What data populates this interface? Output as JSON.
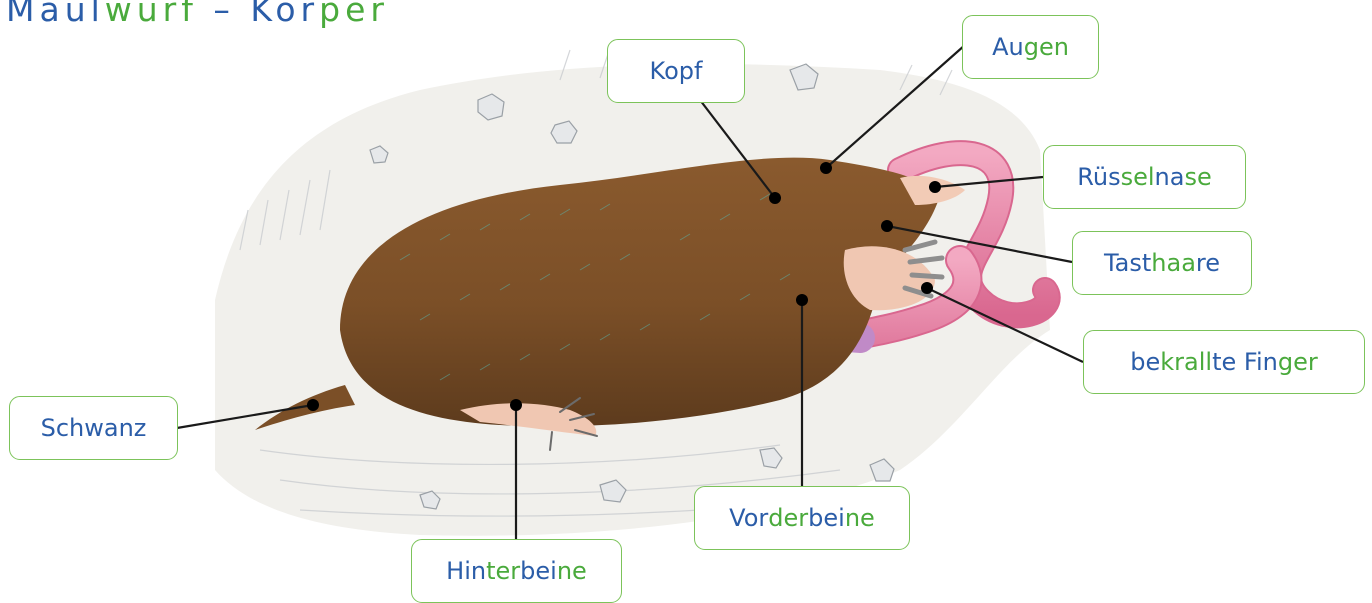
{
  "title": {
    "parts": [
      {
        "text": "Maul",
        "color": "blue"
      },
      {
        "text": "wurf",
        "color": "green"
      },
      {
        "text": " – ",
        "color": "blue"
      },
      {
        "text": "Kör",
        "color": "blue"
      },
      {
        "text": "per",
        "color": "green"
      }
    ]
  },
  "labels": [
    {
      "id": "kopf",
      "parts": [
        {
          "text": "Kopf",
          "color": "blue"
        }
      ]
    },
    {
      "id": "augen",
      "parts": [
        {
          "text": "Au",
          "color": "blue"
        },
        {
          "text": "gen",
          "color": "green"
        }
      ]
    },
    {
      "id": "ruesselnase",
      "parts": [
        {
          "text": "Rüs",
          "color": "blue"
        },
        {
          "text": "sel",
          "color": "green"
        },
        {
          "text": "na",
          "color": "blue"
        },
        {
          "text": "se",
          "color": "green"
        }
      ]
    },
    {
      "id": "tasthaare",
      "parts": [
        {
          "text": "Tast",
          "color": "blue"
        },
        {
          "text": "haa",
          "color": "green"
        },
        {
          "text": "re",
          "color": "blue"
        }
      ]
    },
    {
      "id": "bekrallte-finger",
      "parts": [
        {
          "text": "be",
          "color": "blue"
        },
        {
          "text": "krall",
          "color": "green"
        },
        {
          "text": "te Fin",
          "color": "blue"
        },
        {
          "text": "ger",
          "color": "green"
        }
      ]
    },
    {
      "id": "schwanz",
      "parts": [
        {
          "text": "Schwanz",
          "color": "blue"
        }
      ]
    },
    {
      "id": "hinterbeine",
      "parts": [
        {
          "text": "Hin",
          "color": "blue"
        },
        {
          "text": "ter",
          "color": "green"
        },
        {
          "text": "bei",
          "color": "blue"
        },
        {
          "text": "ne",
          "color": "green"
        }
      ]
    },
    {
      "id": "vorderbeine",
      "parts": [
        {
          "text": "Vor",
          "color": "blue"
        },
        {
          "text": "der",
          "color": "green"
        },
        {
          "text": "bei",
          "color": "blue"
        },
        {
          "text": "ne",
          "color": "green"
        }
      ]
    }
  ],
  "colors": {
    "blue": "#2b5da8",
    "green": "#4aaa3c",
    "box_border": "#7cc35a"
  },
  "illustration": "mole-with-earthworm"
}
